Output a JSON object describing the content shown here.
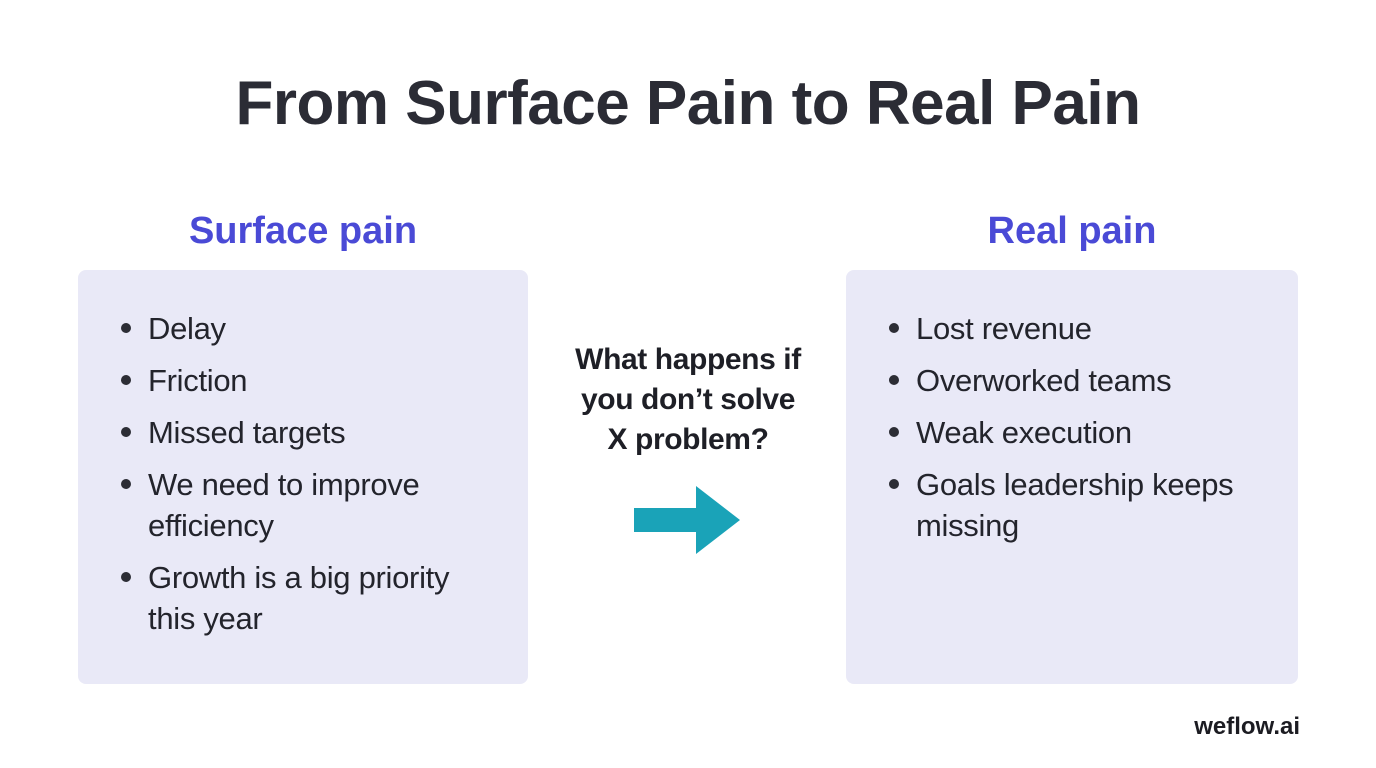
{
  "title": "From Surface Pain to Real Pain",
  "surface": {
    "heading": "Surface pain",
    "items": [
      "Delay",
      "Friction",
      "Missed targets",
      "We need to improve efficiency",
      "Growth is a big priority this year"
    ]
  },
  "real": {
    "heading": "Real pain",
    "items": [
      "Lost revenue",
      "Overworked teams",
      "Weak execution",
      "Goals leadership keeps missing"
    ]
  },
  "question": {
    "lines": [
      "What happens if",
      "you don’t solve",
      "X problem?"
    ]
  },
  "arrow": {
    "icon": "arrow-right-icon",
    "color": "#1aa3b8"
  },
  "colors": {
    "heading": "#4a4ad6",
    "panel": "#e9e9f7",
    "title": "#2b2c35"
  },
  "brand": "weflow.ai"
}
